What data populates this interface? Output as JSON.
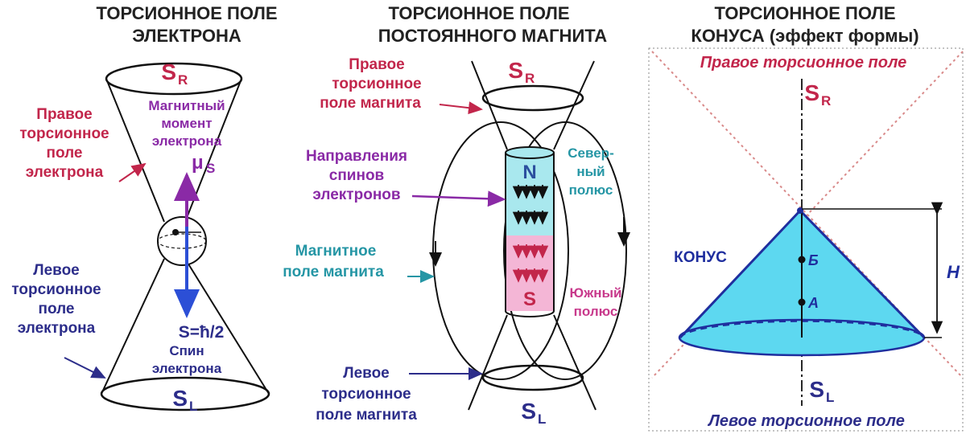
{
  "colors": {
    "red": "#c2264b",
    "navy": "#2c2d8a",
    "magenta": "#8a2aa6",
    "teal": "#2596a5",
    "pink": "#c83a8c",
    "cone": "#5dd8f0",
    "nBlock": "#a9e8ee",
    "sBlock": "#f4b6d6"
  },
  "panel1": {
    "title1": "ТОРСИОННОЕ ПОЛЕ",
    "title2": "ЭЛЕКТРОНА",
    "sr": "S",
    "sr_sub": "R",
    "sl": "S",
    "sl_sub": "L",
    "right_field": [
      "Правое",
      "торсионное",
      "поле",
      "электрона"
    ],
    "left_field": [
      "Левое",
      "торсионное",
      "поле",
      "электрона"
    ],
    "moment": [
      "Магнитный",
      "момент",
      "электрона"
    ],
    "mu": "μ",
    "mu_sub": "S",
    "spin_formula": "S=ħ/2",
    "spin": [
      "Спин",
      "электрона"
    ]
  },
  "panel2": {
    "title1": "ТОРСИОННОЕ ПОЛЕ",
    "title2": "ПОСТОЯННОГО МАГНИТА",
    "sr": "S",
    "sr_sub": "R",
    "sl": "S",
    "sl_sub": "L",
    "right_field": [
      "Правое",
      "торсионное",
      "поле магнита"
    ],
    "spins": [
      "Направления",
      "спинов",
      "электронов"
    ],
    "mag_field": [
      "Магнитное",
      "поле магнита"
    ],
    "left_field": [
      "Левое",
      "торсионное",
      "поле магнита"
    ],
    "north_label": [
      "Север-",
      "ный",
      "полюс"
    ],
    "south_label": [
      "Южный",
      "полюс"
    ],
    "N": "N",
    "S": "S"
  },
  "panel3": {
    "title1": "ТОРСИОННОЕ ПОЛЕ",
    "title2": "КОНУСА (эффект формы)",
    "right_field": "Правое торсионное поле",
    "left_field": "Левое торсионное поле",
    "sr": "S",
    "sr_sub": "R",
    "sl": "S",
    "sl_sub": "L",
    "cone": "КОНУС",
    "point_b": "Б",
    "point_a": "А",
    "height": "H"
  }
}
